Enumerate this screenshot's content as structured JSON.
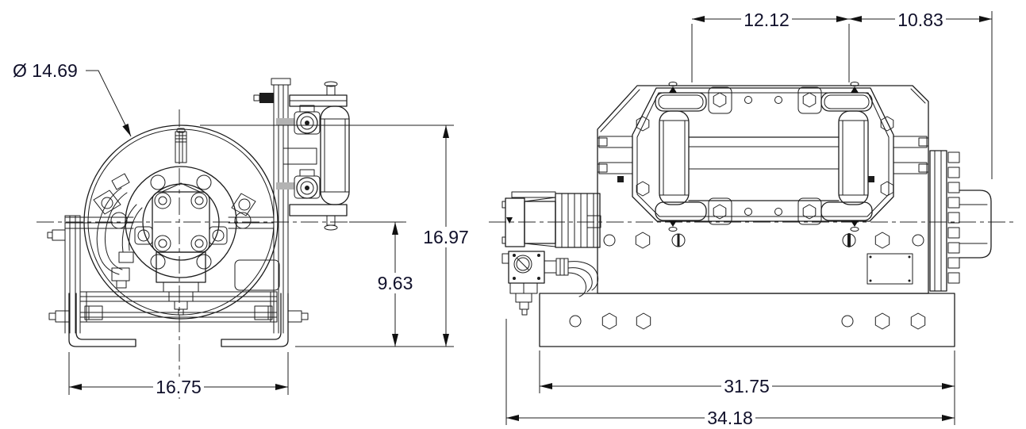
{
  "drawing": {
    "background": "#ffffff",
    "line_color": "#1c1c1c",
    "dimension_text_color": "#10102a",
    "dimensions": {
      "drum_diameter_label": "Ø 14.69",
      "roller_span": "12.12",
      "drum_to_end": "10.83",
      "overall_height": "16.97",
      "centerline_height": "9.63",
      "base_width": "16.75",
      "base_length": "31.75",
      "overall_length": "34.18"
    }
  }
}
